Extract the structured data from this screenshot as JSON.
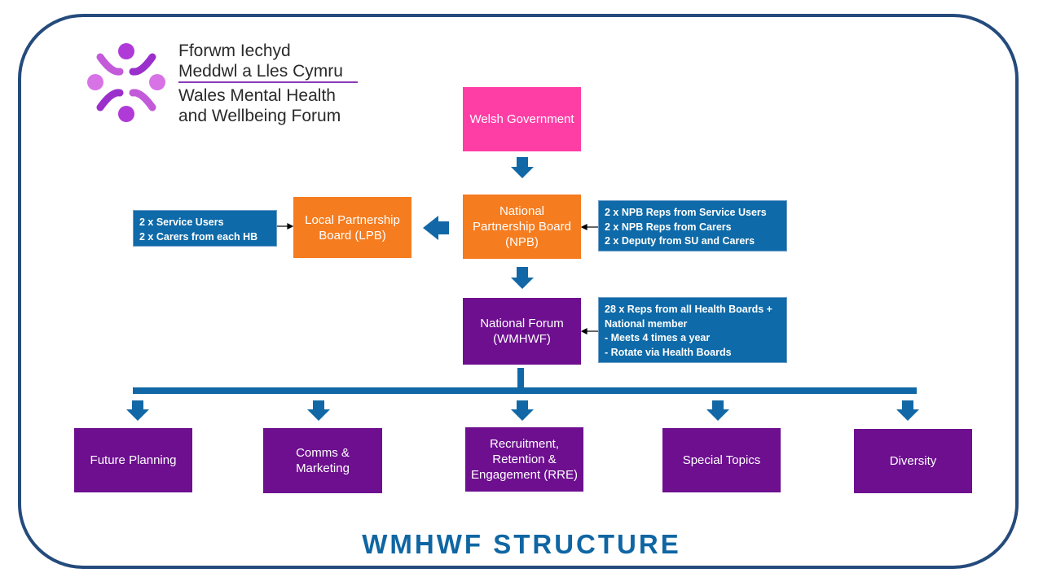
{
  "logo": {
    "line1": "Fforwm Iechyd",
    "line2": "Meddwl a Lles Cymru",
    "line3": "Wales Mental Health",
    "line4": "and Wellbeing Forum",
    "colors": {
      "light": "#d873e6",
      "mid": "#b03ad8",
      "dark": "#7a1fa8"
    }
  },
  "nodes": {
    "welsh_government": "Welsh Government",
    "npb": "National\nPartnership Board\n(NPB)",
    "lpb": "Local Partnership\nBoard (LPB)",
    "national_forum": "National Forum\n(WMHWF)",
    "future_planning": "Future Planning",
    "comms": "Comms &\nMarketing",
    "rre": "Recruitment,\nRetention &\nEngagement (RRE)",
    "special_topics": "Special Topics",
    "diversity": "Diversity"
  },
  "notes": {
    "lpb_reps": "2 x Service Users\n2 x Carers from each HB",
    "npb_reps": "2 x NPB Reps from Service Users\n2 x NPB Reps from Carers\n2 x Deputy from SU and  Carers",
    "forum_reps": "28 x Reps from all Health Boards +\nNational member\n- Meets 4 times a year\n- Rotate via Health Boards"
  },
  "title": "WMHWF STRUCTURE",
  "colors": {
    "frame": "#254b7c",
    "pink": "#ff3ea5",
    "orange": "#f57c1f",
    "purple": "#6d0f8f",
    "note_blue": "#0e6aa8",
    "connector": "#1268a6"
  }
}
